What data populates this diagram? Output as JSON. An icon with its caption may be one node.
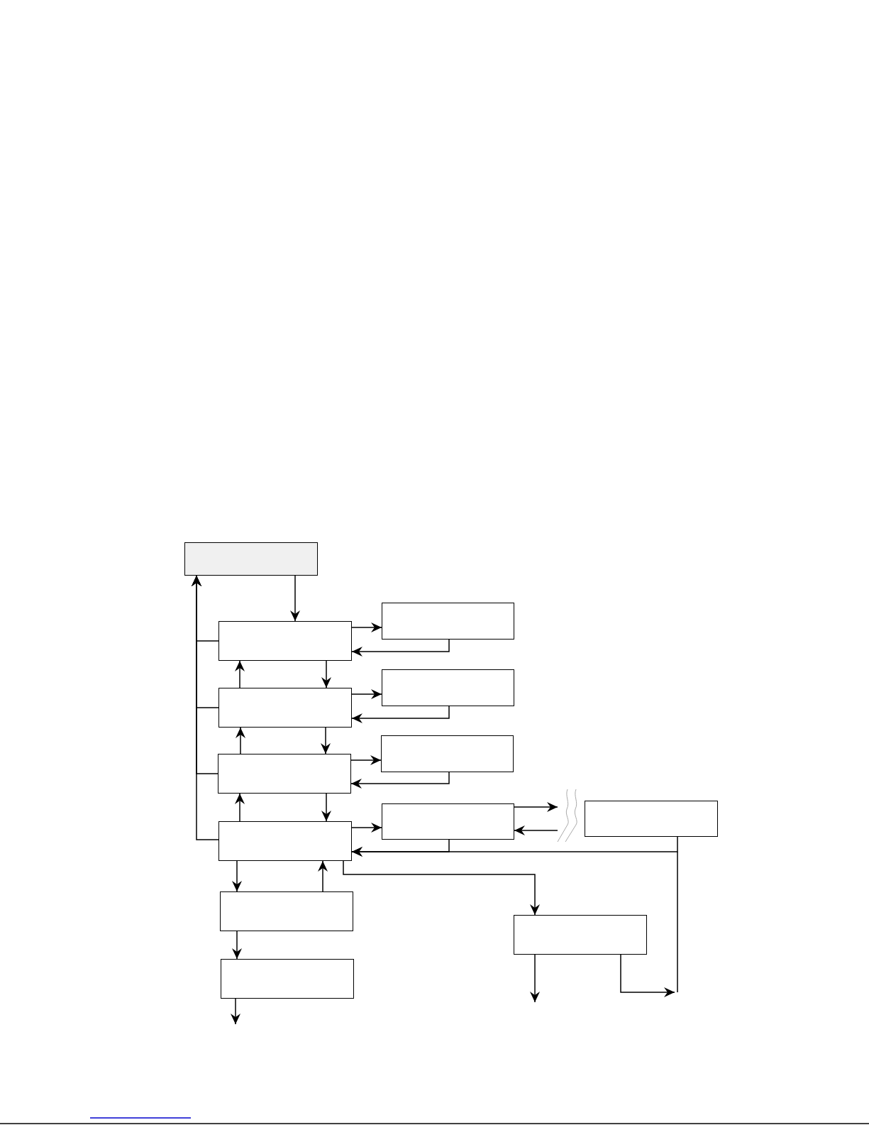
{
  "diagram": {
    "nodes": [
      {
        "text": [],
        "shape": "box"
      },
      {
        "text": [],
        "shape": "box"
      },
      {
        "text": [],
        "shape": "box"
      },
      {
        "text": [],
        "shape": "box"
      },
      {
        "text": [],
        "shape": "box"
      },
      {
        "text": [],
        "shape": "box"
      },
      {
        "text": [],
        "shape": "box"
      },
      {
        "text": [],
        "shape": "box"
      },
      {
        "text": [],
        "shape": "box"
      },
      {
        "text": [],
        "shape": "box"
      },
      {
        "text": [],
        "shape": "box"
      },
      {
        "text": [],
        "shape": "box"
      },
      {
        "text": [],
        "shape": "box"
      }
    ],
    "edges": [
      {
        "from": 0,
        "to": 1,
        "arrow": "to"
      },
      {
        "from": 1,
        "to": 0,
        "arrow": "to"
      },
      {
        "from": 3,
        "to": 0,
        "arrow": "to"
      },
      {
        "from": 5,
        "to": 0,
        "arrow": "to"
      },
      {
        "from": 7,
        "to": 0,
        "arrow": "to"
      },
      {
        "from": 1,
        "to": 2,
        "arrow": "to"
      },
      {
        "from": 2,
        "to": 1,
        "arrow": "to"
      },
      {
        "from": 1,
        "to": 3,
        "arrow": "to"
      },
      {
        "from": 3,
        "to": 1,
        "arrow": "to"
      },
      {
        "from": 3,
        "to": 4,
        "arrow": "to"
      },
      {
        "from": 4,
        "to": 3,
        "arrow": "to"
      },
      {
        "from": 3,
        "to": 5,
        "arrow": "to"
      },
      {
        "from": 5,
        "to": 3,
        "arrow": "to"
      },
      {
        "from": 5,
        "to": 6,
        "arrow": "to"
      },
      {
        "from": 6,
        "to": 5,
        "arrow": "to"
      },
      {
        "from": 5,
        "to": 7,
        "arrow": "to"
      },
      {
        "from": 7,
        "to": 5,
        "arrow": "to"
      },
      {
        "from": 7,
        "to": 8,
        "arrow": "to"
      },
      {
        "from": 8,
        "to": 7,
        "arrow": "to"
      },
      {
        "from": 8,
        "to": 9,
        "arrow": "to"
      },
      {
        "from": 9,
        "to": 8,
        "arrow": "to"
      },
      {
        "from": 9,
        "to": 7,
        "arrow": "to"
      },
      {
        "from": 7,
        "to": 11,
        "arrow": "to"
      },
      {
        "from": 7,
        "to": 10,
        "arrow": "to"
      },
      {
        "from": 10,
        "to": 7,
        "arrow": "to"
      },
      {
        "from": 10,
        "to": 12,
        "arrow": "to"
      },
      {
        "from": 12,
        "to": null,
        "arrow": "to"
      },
      {
        "from": 11,
        "to": null,
        "arrow": "to"
      },
      {
        "from": 11,
        "to": null,
        "arrow": "to"
      }
    ]
  }
}
